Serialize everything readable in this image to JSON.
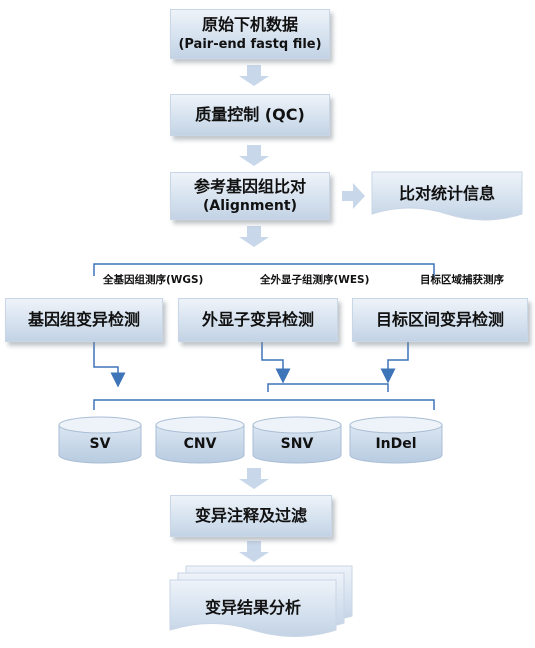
{
  "flow": {
    "raw_data": {
      "title": "原始下机数据",
      "subtitle": "(Pair-end fastq file)"
    },
    "qc": {
      "title": "质量控制 (QC)"
    },
    "alignment": {
      "title": "参考基因组比对",
      "subtitle": "(Alignment)"
    },
    "alignment_stats": {
      "title": "比对统计信息"
    },
    "branches": [
      {
        "label": "全基因组测序(WGS)",
        "box": "基因组变异检测"
      },
      {
        "label": "全外显子组测序(WES)",
        "box": "外显子变异检测"
      },
      {
        "label": "目标区域捕获测序",
        "box": "目标区间变异检测"
      }
    ],
    "variant_types": [
      "SV",
      "CNV",
      "SNV",
      "InDel"
    ],
    "annotation": {
      "title": "变异注释及过滤"
    },
    "analysis": {
      "title": "变异结果分析"
    }
  },
  "colors": {
    "box_top": "#eef3f9",
    "box_bottom": "#c3d3e5",
    "arrow_fill": "#c8d7ea",
    "connector": "#3e74b8"
  }
}
